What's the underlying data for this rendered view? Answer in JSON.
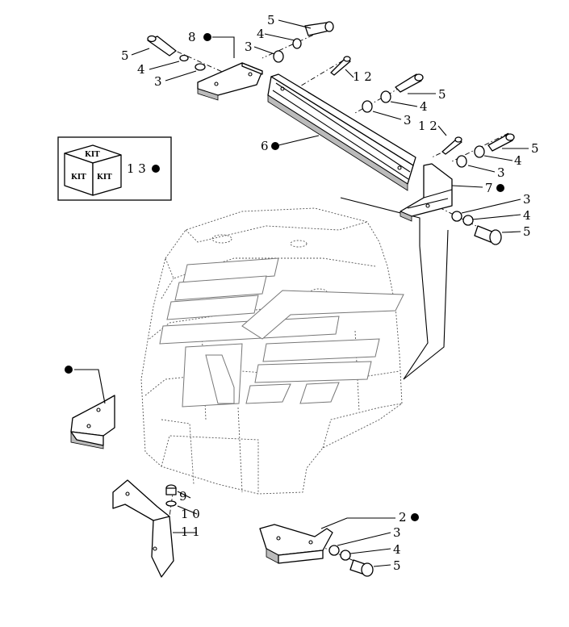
{
  "kit_box": {
    "kit_text": "KIT",
    "label": "1 3"
  },
  "callouts": {
    "c8": "8",
    "c5a": "5",
    "c4a": "4",
    "c3a": "3",
    "c3b": "3",
    "c4b": "4",
    "c5b": "5",
    "c12a": "1 2",
    "c5c": "5",
    "c4c": "4",
    "c3c": "3",
    "c6": "6",
    "c12b": "1 2",
    "c5d": "5",
    "c4d": "4",
    "c3d": "3",
    "c7": "7",
    "c3e": "3",
    "c4e": "4",
    "c5e": "5",
    "c9": "9",
    "c10": "1 0",
    "c11": "1 1",
    "c2": "2",
    "c3f": "3",
    "c4f": "4",
    "c5f": "5"
  }
}
